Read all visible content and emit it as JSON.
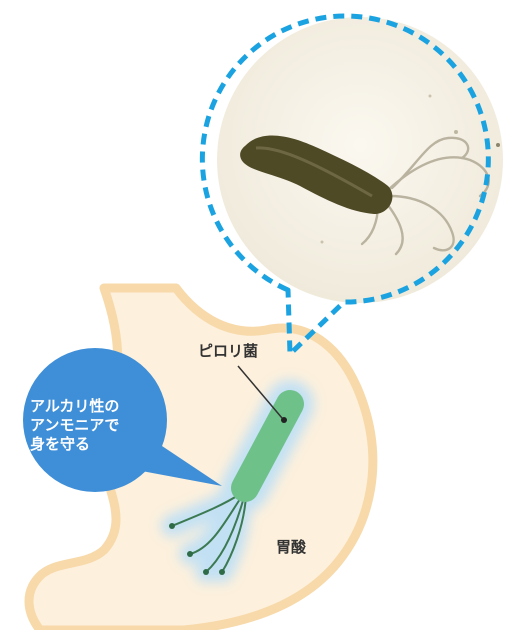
{
  "labels": {
    "pylori": "ピロリ菌",
    "stomach_acid": "胃酸"
  },
  "callout": {
    "lines": [
      "アルカリ性の",
      "アンモニアで",
      "身を守る"
    ]
  },
  "colors": {
    "stomach_fill": "#fdf0dc",
    "stomach_outline": "#f7d9aa",
    "bacterium_body": "#6fc18a",
    "bacterium_glow": "#bfe0f5",
    "callout_bubble": "#3f8fd8",
    "dashed_ring": "#1aa3e0",
    "microscope_bg": "#f6f3ea"
  }
}
